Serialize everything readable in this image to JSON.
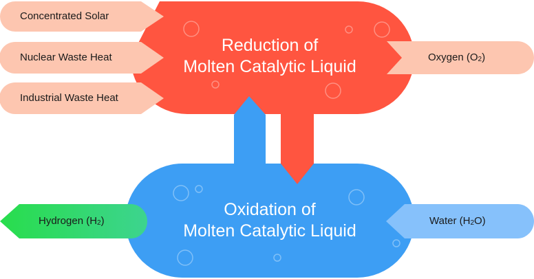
{
  "colors": {
    "reduction": "#ff5540",
    "oxidation": "#3d9ef4",
    "input_arrow": "#fdc6b0",
    "water_arrow": "#86c1fb",
    "hydrogen_gradient_start": "#28dd4c",
    "hydrogen_gradient_end": "#3dd48f"
  },
  "reduction": {
    "line1": "Reduction of",
    "line2": "Molten Catalytic Liquid"
  },
  "oxidation": {
    "line1": "Oxidation of",
    "line2": "Molten Catalytic Liquid"
  },
  "inputs": [
    {
      "label": "Concentrated Solar",
      "icon": "arrow-right"
    },
    {
      "label": "Nuclear Waste Heat",
      "icon": "arrow-right"
    },
    {
      "label": "Industrial Waste Heat",
      "icon": "arrow-right"
    }
  ],
  "oxygen": {
    "label": "Oxygen (O",
    "sub": "2",
    "end": ")"
  },
  "hydrogen": {
    "label": "Hydrogen (H",
    "sub": "2",
    "end": ")"
  },
  "water": {
    "label": "Water (H",
    "sub": "2",
    "end": "O)"
  }
}
